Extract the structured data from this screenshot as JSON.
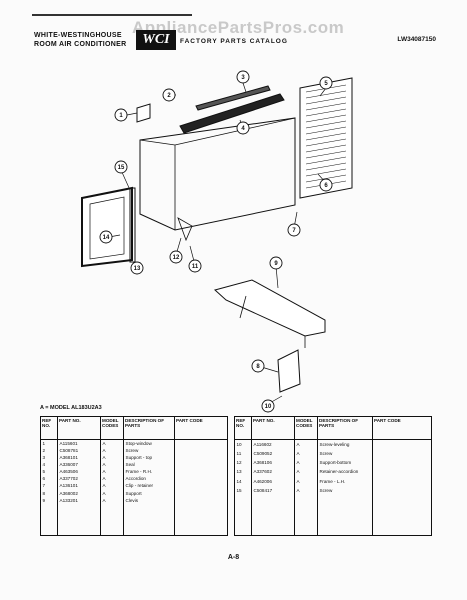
{
  "header": {
    "watermark": "AppliancePartsPros.com",
    "brand": "WHITE-WESTINGHOUSE",
    "product": "ROOM AIR CONDITIONER",
    "logo": "WCI",
    "catalog": "FACTORY PARTS CATALOG",
    "code": "LW34087150"
  },
  "diagram": {
    "callouts": [
      "1",
      "2",
      "3",
      "4",
      "5",
      "6",
      "7",
      "15",
      "14",
      "13",
      "12",
      "11",
      "9",
      "8",
      "10"
    ]
  },
  "table": {
    "model_note": "A = MODEL AL183U2A3",
    "headers": [
      "REF NO.",
      "PART NO.",
      "MODEL CODES",
      "DESCRIPTION OF PARTS",
      "PART CODE"
    ],
    "left_rows": [
      {
        "ref": "1",
        "part": "A115601",
        "model": "A",
        "desc": "Stop-window",
        "code": ""
      },
      {
        "ref": "2",
        "part": "C508781",
        "model": "A",
        "desc": "Screw",
        "code": ""
      },
      {
        "ref": "3",
        "part": "A368101",
        "model": "A",
        "desc": "Support - top",
        "code": ""
      },
      {
        "ref": "4",
        "part": "A336007",
        "model": "A",
        "desc": "Seal",
        "code": ""
      },
      {
        "ref": "5",
        "part": "A463506",
        "model": "A",
        "desc": "Frame - R.H.",
        "code": ""
      },
      {
        "ref": "6",
        "part": "A337702",
        "model": "A",
        "desc": "Accordion",
        "code": ""
      },
      {
        "ref": "7",
        "part": "A136101",
        "model": "A",
        "desc": "Clip - retainer",
        "code": ""
      },
      {
        "ref": "8",
        "part": "A368002",
        "model": "A",
        "desc": "Support",
        "code": ""
      },
      {
        "ref": "9",
        "part": "A133201",
        "model": "A",
        "desc": "Clevis",
        "code": ""
      }
    ],
    "right_rows": [
      {
        "ref": "10",
        "part": "A116602",
        "model": "A",
        "desc": "Screw-leveling",
        "code": ""
      },
      {
        "ref": "11",
        "part": "C509052",
        "model": "A",
        "desc": "Screw",
        "code": ""
      },
      {
        "ref": "12",
        "part": "A368106",
        "model": "A",
        "desc": "Support-bottom",
        "code": ""
      },
      {
        "ref": "13",
        "part": "A337602",
        "model": "A",
        "desc": "Retainer-accordion",
        "code": ""
      },
      {
        "ref": "14",
        "part": "A462006",
        "model": "A",
        "desc": "Frame - L.H.",
        "code": ""
      },
      {
        "ref": "15",
        "part": "C508417",
        "model": "A",
        "desc": "Screw",
        "code": ""
      }
    ]
  },
  "footer": {
    "page": "A-8"
  }
}
